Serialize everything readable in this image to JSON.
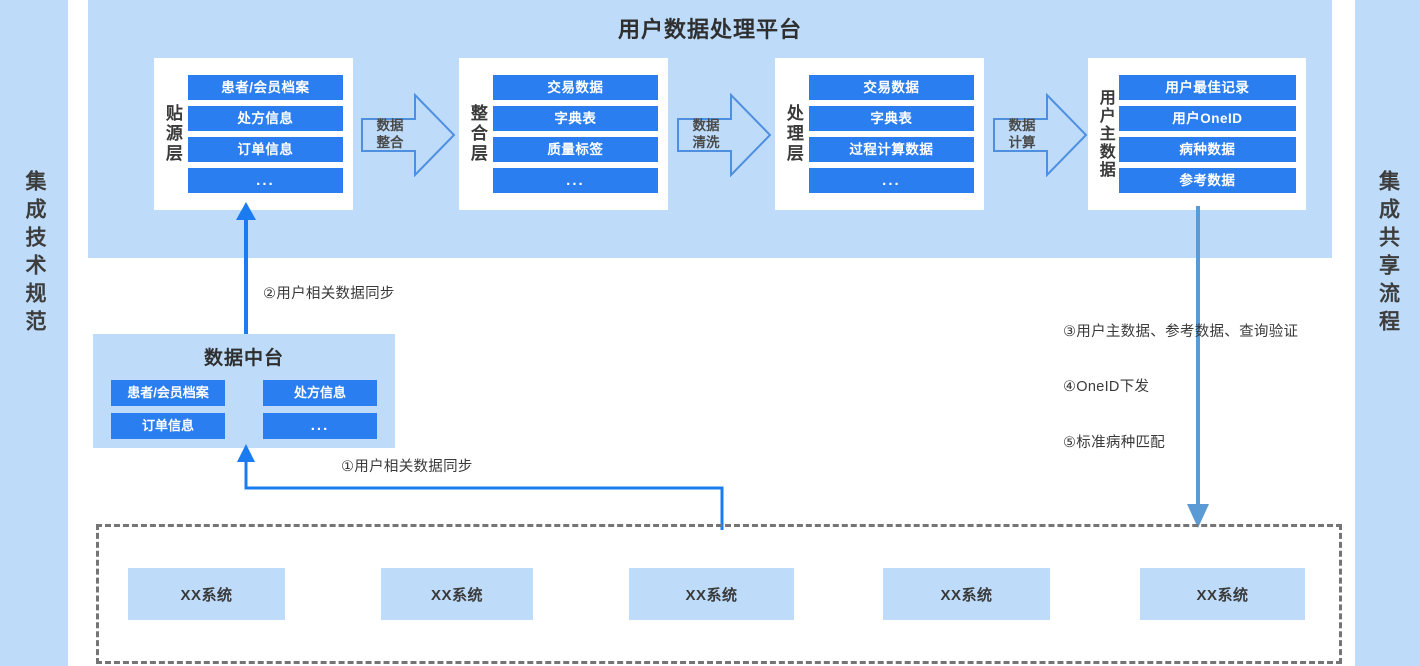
{
  "colors": {
    "band_blue": "#bedcfa",
    "chip_blue": "#2a7ef0",
    "arrow_blue": "#1a7cf0",
    "arrow_steel": "#5b9bd5",
    "dashed_gray": "#757575",
    "text_dark": "#3a3a3a"
  },
  "left_band": {
    "label": "集成技术规范"
  },
  "right_band": {
    "label": "集成共享流程"
  },
  "platform": {
    "title": "用户数据处理平台",
    "layers": [
      {
        "name": "贴源层",
        "chips": [
          "患者/会员档案",
          "处方信息",
          "订单信息",
          "..."
        ]
      },
      {
        "name": "整合层",
        "chips": [
          "交易数据",
          "字典表",
          "质量标签",
          "..."
        ]
      },
      {
        "name": "处理层",
        "chips": [
          "交易数据",
          "字典表",
          "过程计算数据",
          "..."
        ]
      },
      {
        "name": "用户主数据",
        "chips": [
          "用户最佳记录",
          "用户OneID",
          "病种数据",
          "参考数据"
        ]
      }
    ],
    "connectors": [
      "数据\n整合",
      "数据\n清洗",
      "数据\n计算"
    ]
  },
  "middle_platform": {
    "title": "数据中台",
    "chips": [
      "患者/会员档案",
      "处方信息",
      "订单信息",
      "..."
    ]
  },
  "annotations": {
    "flow2": "②用户相关数据同步",
    "flow1": "①用户相关数据同步",
    "flow3": "③用户主数据、参考数据、查询验证",
    "flow4": "④OneID下发",
    "flow5": "⑤标准病种匹配"
  },
  "systems": {
    "items": [
      "XX系统",
      "XX系统",
      "XX系统",
      "XX系统",
      "XX系统"
    ]
  }
}
